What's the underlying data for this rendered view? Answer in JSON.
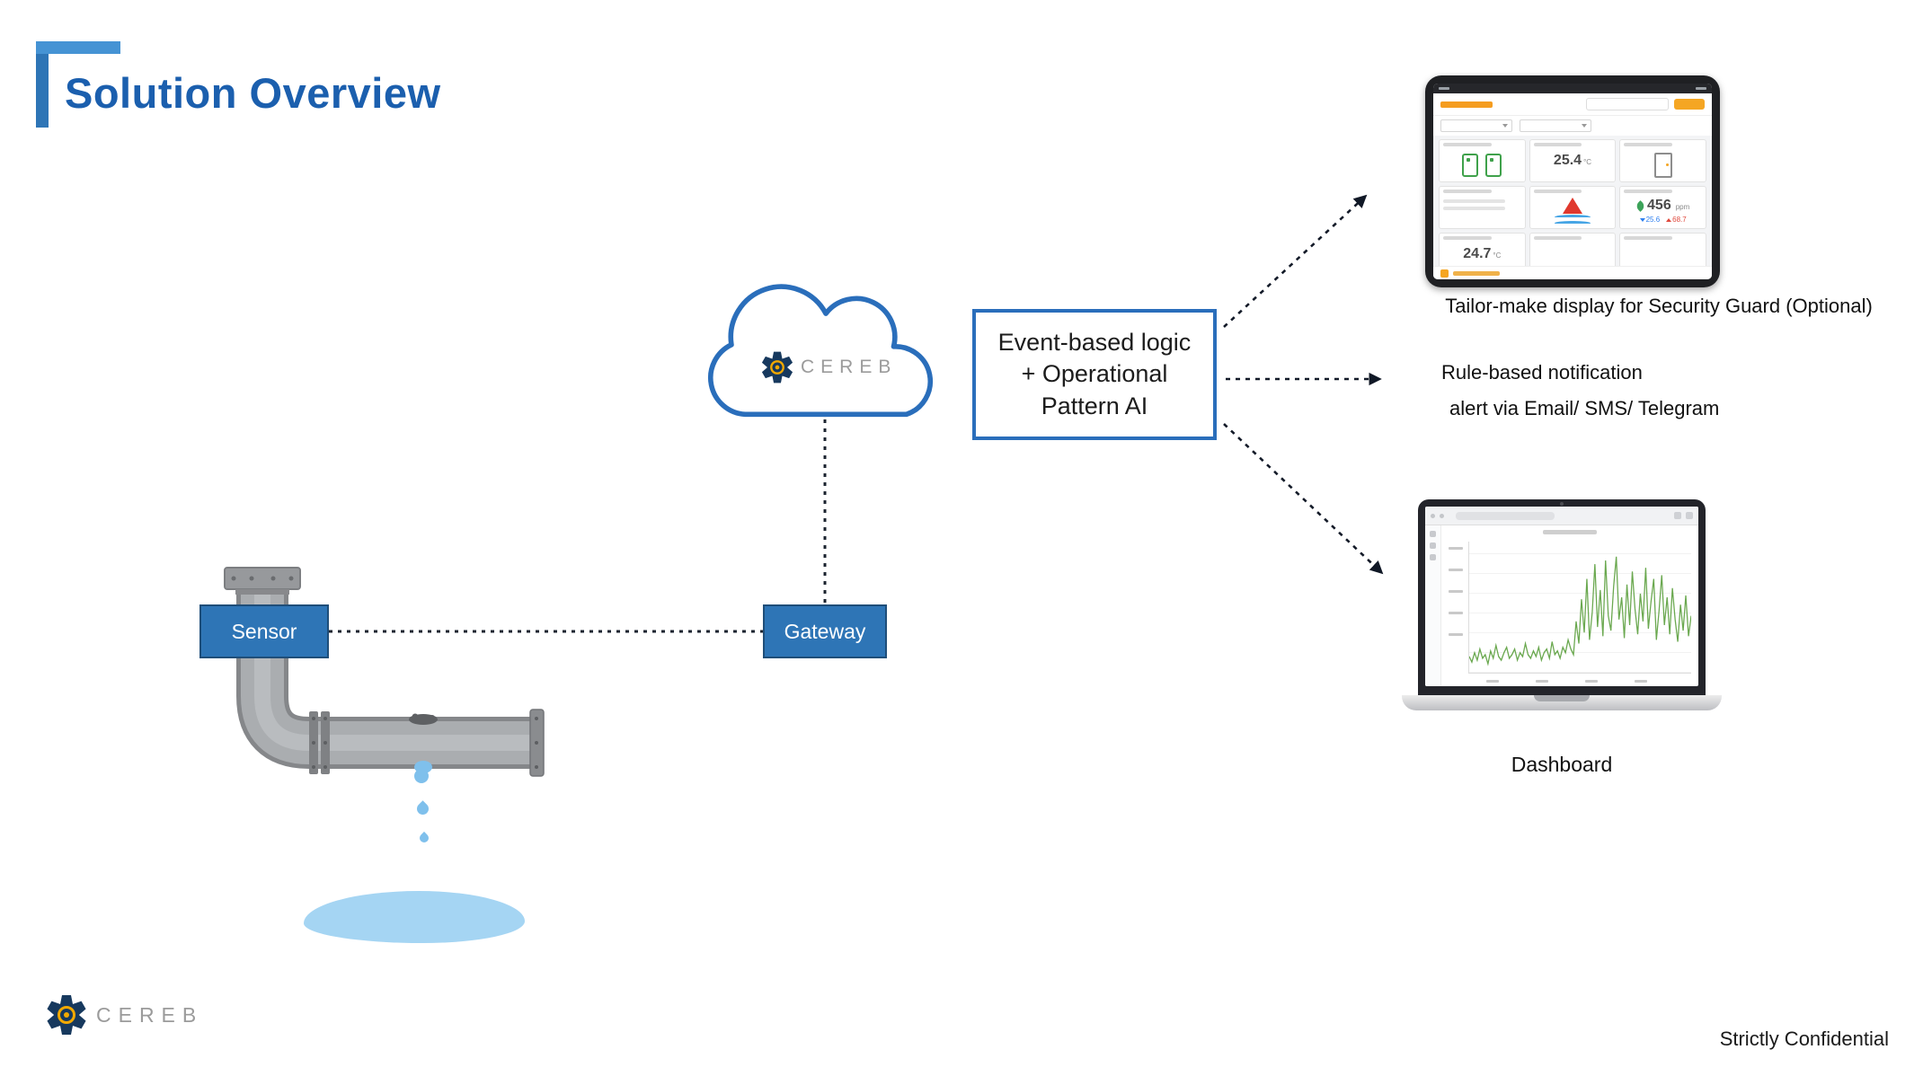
{
  "slide": {
    "title": "Solution Overview",
    "confidential": "Strictly Confidential"
  },
  "brand": {
    "name": "CEREB",
    "colors": {
      "accent_blue": "#2a6ebb",
      "node_blue": "#2e75b6",
      "title_blue": "#1b5fae",
      "navy": "#17395e",
      "yellow": "#f2a900",
      "water_blue": "#a5d5f3",
      "pipe_gray": "#aaadb0",
      "line_dark": "#1c2430"
    }
  },
  "nodes": {
    "sensor": "Sensor",
    "gateway": "Gateway",
    "event_box": {
      "line1": "Event-based logic",
      "line2": "+ Operational",
      "line3": "Pattern AI"
    }
  },
  "captions": {
    "tablet": "Tailor-make display for Security Guard (Optional)",
    "notification_line1": "Rule-based notification",
    "notification_line2": "alert via Email/ SMS/ Telegram",
    "laptop": "Dashboard"
  },
  "tablet_screen": {
    "temp_main": "25.4",
    "temp_main_unit": "°C",
    "co2_value": "456",
    "co2_unit": "ppm",
    "co2_low": "25.6",
    "co2_high": "68.7",
    "temp_bottom": "24.7",
    "temp_bottom_unit": "°C"
  },
  "laptop_screen": {
    "chart": {
      "type": "line",
      "color": "#6aa84f",
      "ymax": 6.5,
      "values": [
        0.7,
        0.4,
        0.9,
        0.5,
        1.1,
        0.6,
        0.8,
        0.3,
        1.0,
        0.6,
        1.3,
        0.7,
        0.5,
        0.9,
        1.2,
        0.6,
        0.8,
        1.1,
        0.5,
        0.9,
        0.7,
        1.4,
        0.8,
        0.6,
        1.0,
        0.7,
        1.2,
        0.5,
        0.9,
        1.1,
        0.6,
        1.5,
        0.8,
        1.0,
        0.6,
        1.2,
        0.9,
        1.6,
        1.1,
        0.8,
        2.6,
        1.4,
        3.8,
        2.0,
        4.9,
        1.6,
        3.1,
        5.7,
        2.3,
        4.3,
        1.8,
        5.9,
        2.9,
        2.1,
        4.5,
        6.1,
        2.7,
        3.9,
        1.7,
        4.6,
        2.4,
        5.3,
        3.3,
        1.9,
        4.1,
        2.6,
        5.5,
        2.2,
        3.7,
        4.9,
        1.6,
        3.2,
        5.1,
        2.4,
        3.9,
        1.9,
        4.4,
        2.7,
        1.5,
        3.5,
        2.1,
        4.0,
        1.8,
        2.9
      ]
    }
  }
}
